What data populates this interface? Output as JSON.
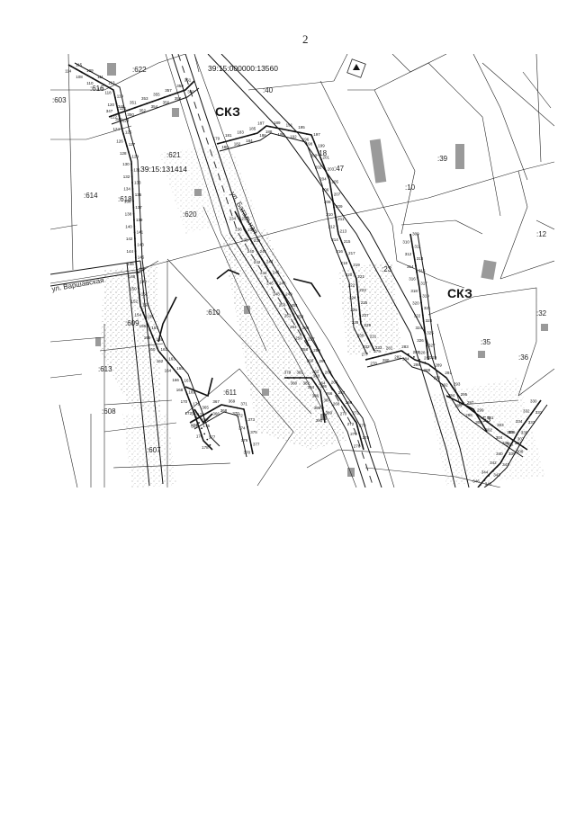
{
  "page": {
    "number": "2"
  },
  "map": {
    "zone_labels": [
      "СКЗ",
      "СКЗ"
    ],
    "cadastral_labels": [
      "39:15:000000:13560",
      "39:15:131414"
    ],
    "street_labels": [
      "ул. Батальная",
      "ул. Варшавская"
    ],
    "parcel_labels": [
      ":622",
      ":40",
      ":616",
      ":603",
      ":621",
      ":614",
      ":618",
      ":620",
      ":18",
      ":47",
      ":10",
      ":39",
      ":12",
      ":23",
      ":610",
      ":609",
      ":32",
      ":35",
      ":36",
      ":613",
      ":611",
      ":608",
      ":607",
      ":53"
    ],
    "point_labels": [
      "114",
      "115",
      "108",
      "109",
      "110",
      "111",
      "112",
      "113",
      "118",
      "119",
      "120",
      "121",
      "122",
      "123",
      "124",
      "125",
      "126",
      "127",
      "128",
      "129",
      "130",
      "131",
      "132",
      "133",
      "134",
      "135",
      "136",
      "137",
      "138",
      "139",
      "140",
      "141",
      "142",
      "143",
      "144",
      "145",
      "146",
      "147",
      "148",
      "149",
      "150",
      "151",
      "152",
      "153",
      "154",
      "155",
      "156",
      "157",
      "158",
      "159",
      "160",
      "161",
      "162",
      "163",
      "164",
      "165",
      "166",
      "167",
      "168",
      "169",
      "170",
      "171",
      "172",
      "173",
      "174",
      "175",
      "176",
      "177",
      "178",
      "179",
      "180",
      "181",
      "182",
      "183",
      "184",
      "185",
      "186",
      "187",
      "188",
      "189",
      "190",
      "191",
      "192",
      "195",
      "196",
      "197",
      "198",
      "199",
      "200",
      "201",
      "202",
      "203",
      "204",
      "205",
      "206",
      "207",
      "208",
      "209",
      "210",
      "211",
      "212",
      "213",
      "214",
      "215",
      "216",
      "217",
      "218",
      "219",
      "220",
      "221",
      "222",
      "223",
      "224",
      "225",
      "226",
      "227",
      "228",
      "229",
      "230",
      "231",
      "232",
      "233",
      "234",
      "235",
      "236",
      "237",
      "238",
      "239",
      "240",
      "241",
      "242",
      "243",
      "244",
      "245",
      "246",
      "247",
      "248",
      "249",
      "250",
      "251",
      "252",
      "253",
      "254",
      "255",
      "256",
      "257",
      "258",
      "259",
      "260",
      "261",
      "262",
      "263",
      "264",
      "265",
      "266",
      "267",
      "268",
      "269",
      "270",
      "271",
      "272",
      "273",
      "274",
      "275",
      "276",
      "277",
      "278",
      "279",
      "280",
      "281",
      "282",
      "283",
      "284",
      "285",
      "286",
      "287",
      "288",
      "289",
      "290",
      "291",
      "292",
      "293",
      "294",
      "295",
      "296",
      "297",
      "298",
      "299",
      "300",
      "301",
      "302",
      "303",
      "304",
      "305",
      "306",
      "307",
      "308",
      "309",
      "310",
      "311",
      "312",
      "313",
      "314",
      "315",
      "316",
      "317",
      "318",
      "319",
      "320",
      "321",
      "322",
      "323",
      "324",
      "325",
      "326",
      "327",
      "328",
      "329",
      "330",
      "331",
      "332",
      "333",
      "334",
      "335",
      "336",
      "337",
      "338",
      "339",
      "340",
      "341",
      "342",
      "343",
      "344",
      "345",
      "346",
      "347",
      "348",
      "349",
      "350",
      "351",
      "352",
      "353",
      "354",
      "355",
      "356",
      "357",
      "358",
      "359",
      "360",
      "361",
      "362",
      "363",
      "364",
      "365",
      "366",
      "367",
      "368",
      "369",
      "370",
      "371",
      "372",
      "373",
      "374",
      "375",
      "376",
      "377",
      "378",
      "379",
      "380",
      "381",
      "382",
      "383",
      "384",
      "385",
      "386",
      "387",
      "388",
      "389",
      "390"
    ],
    "colors": {
      "lines": "#111111",
      "stipple": "#8a8a8a",
      "building": "#9a9a9a",
      "background": "#ffffff"
    }
  }
}
